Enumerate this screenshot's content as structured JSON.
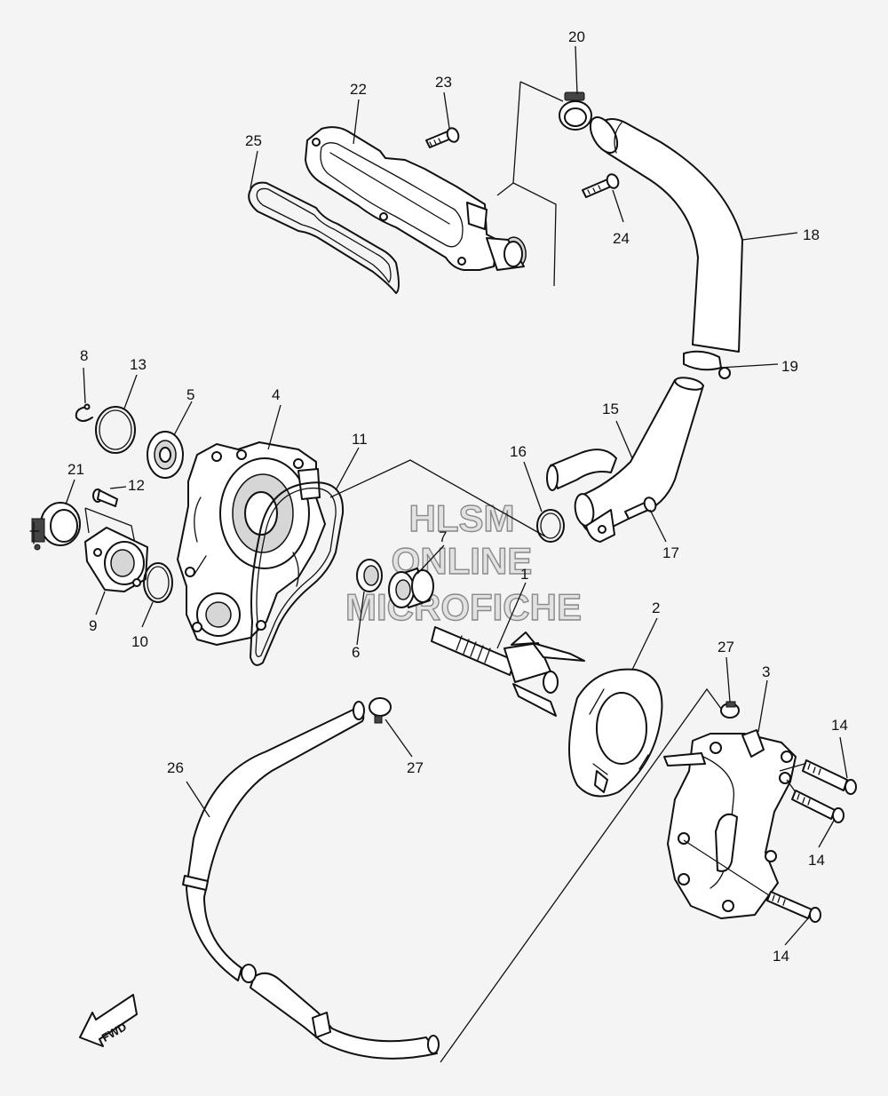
{
  "watermark": {
    "line1": "HLSM",
    "line2": "ONLINE",
    "line3": "MICROFICHE"
  },
  "fwd_marker": "FWD",
  "callouts": [
    {
      "id": "1",
      "label": "1"
    },
    {
      "id": "2",
      "label": "2"
    },
    {
      "id": "3",
      "label": "3"
    },
    {
      "id": "4",
      "label": "4"
    },
    {
      "id": "5",
      "label": "5"
    },
    {
      "id": "6",
      "label": "6"
    },
    {
      "id": "7",
      "label": "7"
    },
    {
      "id": "8",
      "label": "8"
    },
    {
      "id": "9",
      "label": "9"
    },
    {
      "id": "10",
      "label": "10"
    },
    {
      "id": "11",
      "label": "11"
    },
    {
      "id": "12",
      "label": "12"
    },
    {
      "id": "13",
      "label": "13"
    },
    {
      "id": "14a",
      "label": "14"
    },
    {
      "id": "14b",
      "label": "14"
    },
    {
      "id": "14c",
      "label": "14"
    },
    {
      "id": "15",
      "label": "15"
    },
    {
      "id": "16",
      "label": "16"
    },
    {
      "id": "17",
      "label": "17"
    },
    {
      "id": "18",
      "label": "18"
    },
    {
      "id": "19",
      "label": "19"
    },
    {
      "id": "20",
      "label": "20"
    },
    {
      "id": "21",
      "label": "21"
    },
    {
      "id": "22",
      "label": "22"
    },
    {
      "id": "23",
      "label": "23"
    },
    {
      "id": "24",
      "label": "24"
    },
    {
      "id": "25",
      "label": "25"
    },
    {
      "id": "26",
      "label": "26"
    },
    {
      "id": "27a",
      "label": "27"
    },
    {
      "id": "27b",
      "label": "27"
    }
  ]
}
